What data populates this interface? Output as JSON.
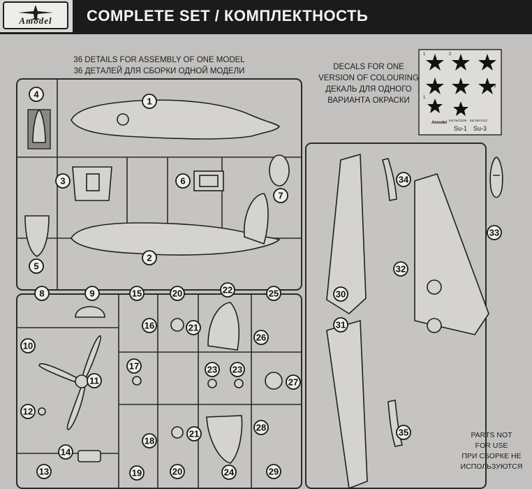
{
  "header": {
    "logo_text": "Amodel",
    "title": "COMPLETE SET / КОМПЛЕКТНОСТЬ"
  },
  "sprue_info": {
    "line_en": "36 DETAILS FOR ASSEMBLY OF ONE MODEL",
    "line_ru": "36 ДЕТАЛЕЙ ДЛЯ СБОРКИ ОДНОЙ МОДЕЛИ"
  },
  "decal_info": {
    "lines": [
      "DECALS FOR ONE",
      "VERSION OF COLOURING",
      "ДЕКАЛЬ ДЛЯ ОДНОГО",
      "ВАРИАНТА ОКРАСКИ"
    ]
  },
  "decal_sheet": {
    "star_numbers": [
      "1",
      "2",
      "3",
      "1"
    ],
    "brand": "Amodel",
    "captions": [
      "Su-1",
      "Su-3"
    ],
    "fine_print": [
      "Кат.№72106",
      "Кат.№72113"
    ]
  },
  "not_used": {
    "lines": [
      "PARTS NOT",
      "FOR USE",
      "ПРИ СБОРКЕ НЕ",
      "ИСПОЛЬЗУЮТСЯ"
    ]
  },
  "part_numbers": [
    "1",
    "2",
    "3",
    "4",
    "5",
    "6",
    "7",
    "8",
    "9",
    "10",
    "11",
    "12",
    "13",
    "14",
    "15",
    "16",
    "17",
    "18",
    "19",
    "20",
    "21",
    "20",
    "21",
    "22",
    "23",
    "23",
    "24",
    "25",
    "26",
    "27",
    "28",
    "29",
    "30",
    "31",
    "32",
    "33",
    "34",
    "35"
  ]
}
